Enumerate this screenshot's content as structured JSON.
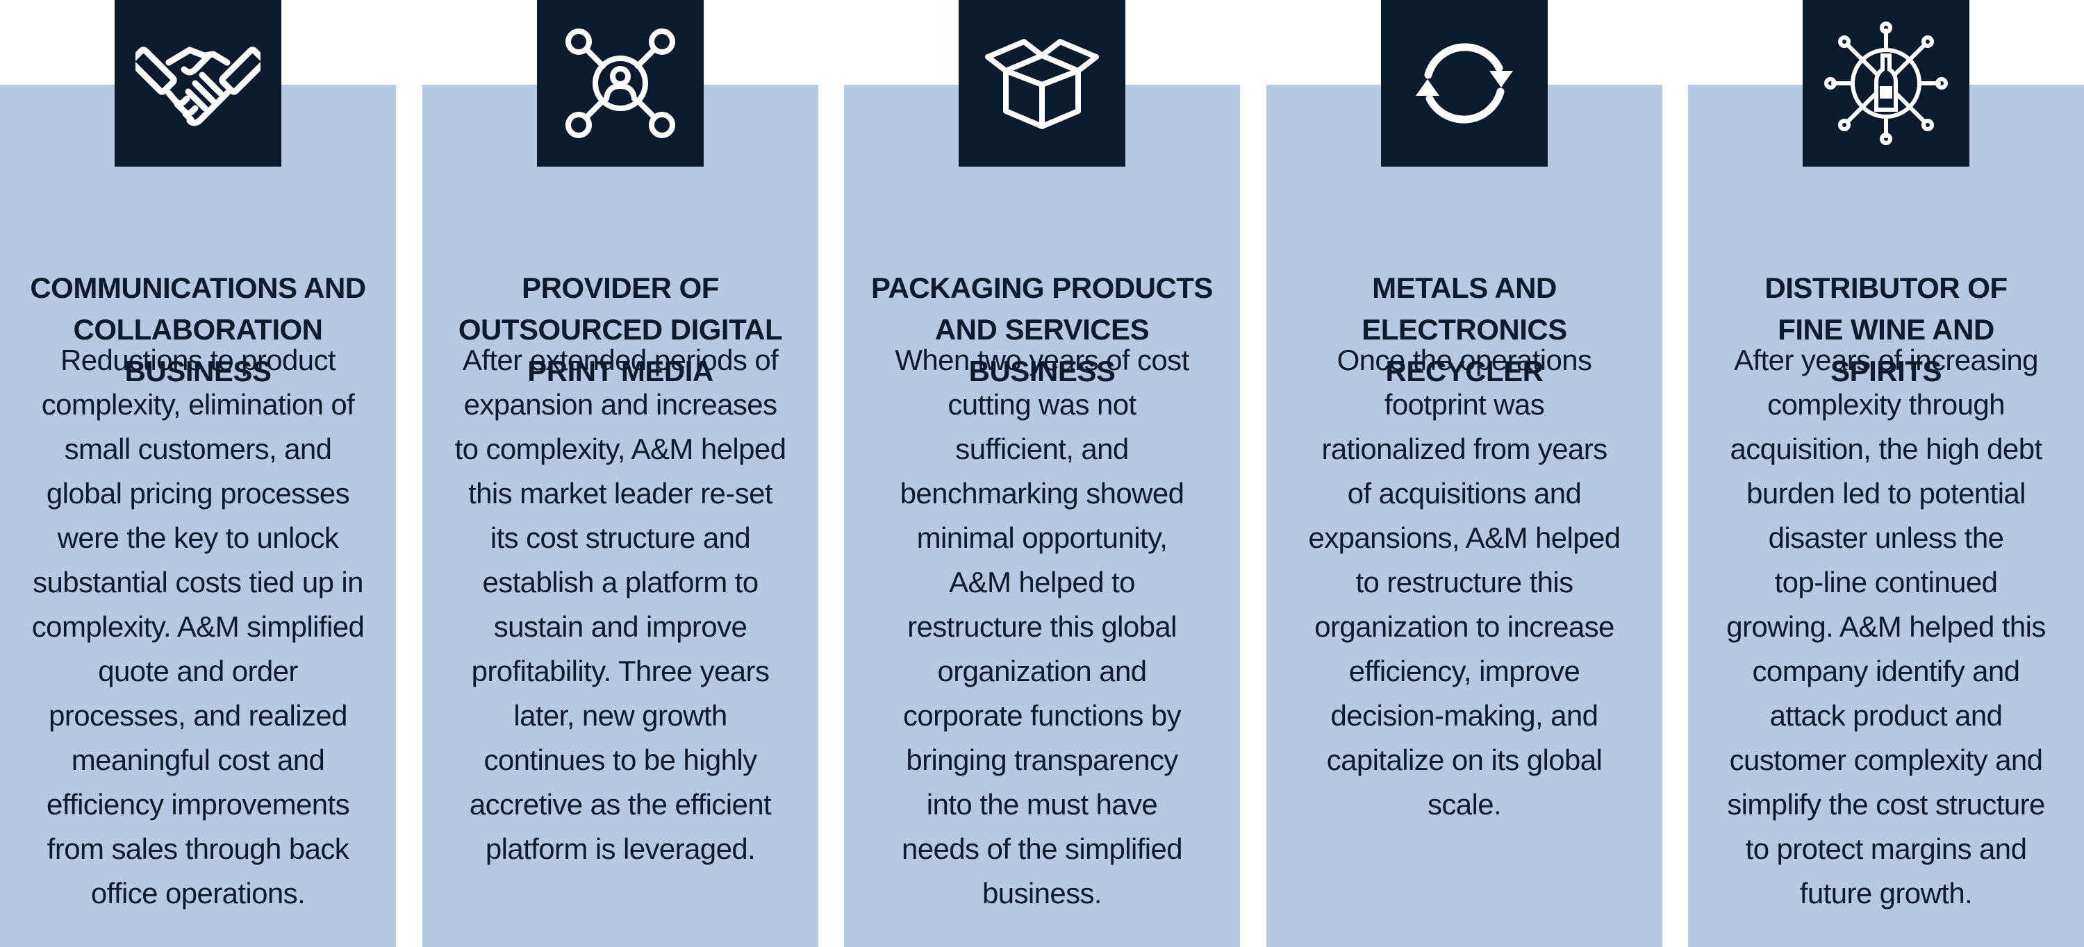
{
  "colors": {
    "card_background": "#b7c9e2",
    "icon_background": "#0b1a2c",
    "text": "#0b1a2c",
    "icon_stroke": "#ffffff"
  },
  "cards": [
    {
      "icon": "handshake-icon",
      "title": [
        "COMMUNICATIONS AND",
        "COLLABORATION",
        "BUSINESS"
      ],
      "body": [
        "Reductions to product",
        "complexity, elimination of",
        "small customers, and",
        "global pricing processes",
        "were the key to unlock",
        "substantial costs tied up in",
        "complexity. A&M simplified",
        "quote and order",
        "processes, and realized",
        "meaningful cost and",
        "efficiency improvements",
        "from sales through back",
        "office operations."
      ]
    },
    {
      "icon": "network-person-icon",
      "title": [
        "PROVIDER OF",
        "OUTSOURCED DIGITAL",
        "PRINT MEDIA"
      ],
      "body": [
        "After extended periods of",
        "expansion and increases",
        "to complexity, A&M helped",
        "this market leader re-set",
        "its cost structure and",
        "establish a platform to",
        "sustain and improve",
        "profitability. Three years",
        "later, new growth",
        "continues to be highly",
        "accretive as the efficient",
        "platform is leveraged."
      ]
    },
    {
      "icon": "open-box-icon",
      "title": [
        "PACKAGING PRODUCTS",
        "AND SERVICES",
        "BUSINESS"
      ],
      "body": [
        "When two years of cost",
        "cutting was not",
        "sufficient, and",
        "benchmarking showed",
        "minimal opportunity,",
        "A&M helped to",
        "restructure this global",
        "organization and",
        "corporate functions by",
        "bringing transparency",
        "into the must have",
        "needs of the simplified",
        "business."
      ]
    },
    {
      "icon": "recycle-arrows-icon",
      "title": [
        "METALS AND",
        "ELECTRONICS",
        "RECYCLER"
      ],
      "body": [
        "Once the operations",
        "footprint was",
        "rationalized from years",
        "of acquisitions and",
        "expansions, A&M helped",
        "to restructure this",
        "organization to increase",
        "efficiency, improve",
        "decision-making, and",
        "capitalize on its global",
        "scale."
      ]
    },
    {
      "icon": "wine-bottle-network-icon",
      "title": [
        "DISTRIBUTOR OF",
        "FINE WINE AND",
        "SPIRITS"
      ],
      "body": [
        "After years of increasing",
        "complexity through",
        "acquisition, the high debt",
        "burden led to potential",
        "disaster unless the",
        "top-line continued",
        "growing. A&M helped this",
        "company identify and",
        "attack product and",
        "customer complexity and",
        "simplify the cost structure",
        "to protect margins and",
        "future growth."
      ]
    }
  ]
}
